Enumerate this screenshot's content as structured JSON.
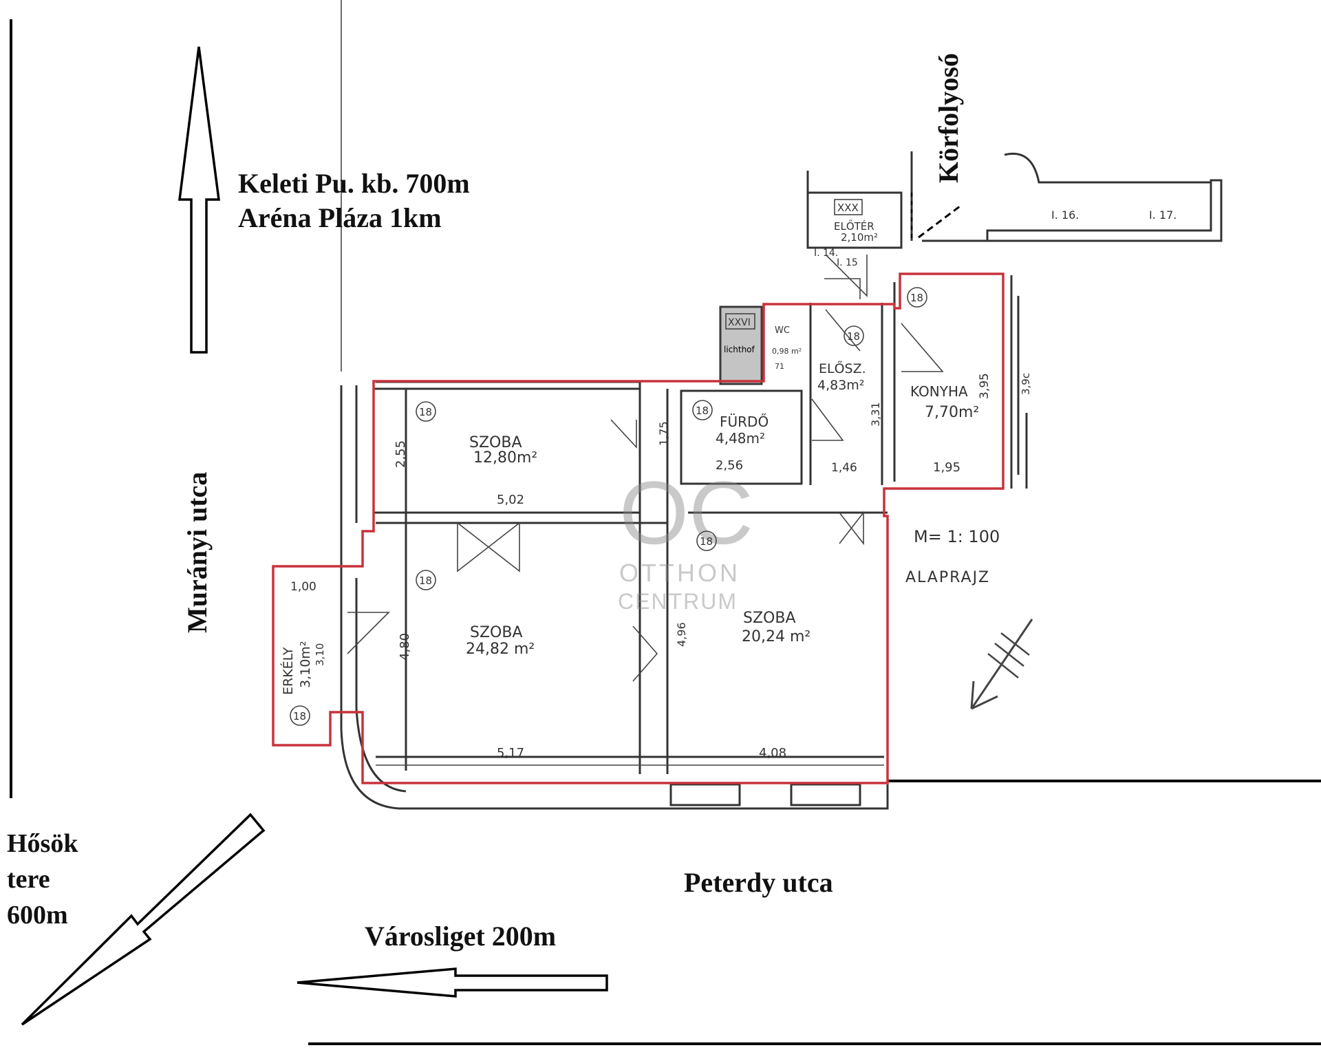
{
  "directions": {
    "keleti": "Keleti Pu. kb. 700m",
    "arena": "Aréna Pláza 1km",
    "korfolyoso": "Körfolyosó",
    "muranyi": "Murányi utca",
    "hosok_1": "Hősök",
    "hosok_2": "tere",
    "hosok_3": "600m",
    "peterdy": "Peterdy utca",
    "varosliget": "Városliget 200m"
  },
  "plan": {
    "scale": "M= 1: 100",
    "title": "ALAPRAJZ",
    "marker_18": "18",
    "icons": [
      "north-arrow-icon",
      "apartment-boundary",
      "logo-watermark"
    ]
  },
  "rooms": {
    "szoba1_name": "SZOBA",
    "szoba1_area": "12,80m²",
    "szoba2_name": "SZOBA",
    "szoba2_area": "24,82 m²",
    "szoba3_name": "SZOBA",
    "szoba3_area": "20,24 m²",
    "furdo_name": "FÜRDŐ",
    "furdo_area": "4,48m²",
    "eloszoba_name": "ELŐSZ.",
    "eloszoba_area": "4,83m²",
    "konyha_name": "KONYHA",
    "konyha_area": "7,70m²",
    "erkely_name": "ERKÉLY",
    "erkely_area": "3,10m²",
    "wc_name": "WC",
    "wc_area": "0,98 m²",
    "lichthof": "lichthof",
    "eloter_name": "ELŐTÉR",
    "eloter_area": "2,10m²"
  },
  "dimensions": {
    "d255": "2,55",
    "d502": "5,02",
    "d175": "1,75",
    "d256": "2,56",
    "d146": "1,46",
    "d195": "1,95",
    "d331": "3,31",
    "d395": "3,95",
    "d39c": "3,9c",
    "d100": "1,00",
    "d310": "3,10",
    "d480": "4,80",
    "d496": "4,96",
    "d517": "5,17",
    "d408": "4,08",
    "d71": "71"
  },
  "codes": {
    "xxx": "XXX",
    "xxvi": "XXVI",
    "i14": "I. 14.",
    "i15": "I. 15",
    "i16": "I. 16.",
    "i17": "I. 17."
  },
  "watermark": {
    "mark": "OC",
    "line1": "OTTHON",
    "line2": "CENTRUM"
  }
}
